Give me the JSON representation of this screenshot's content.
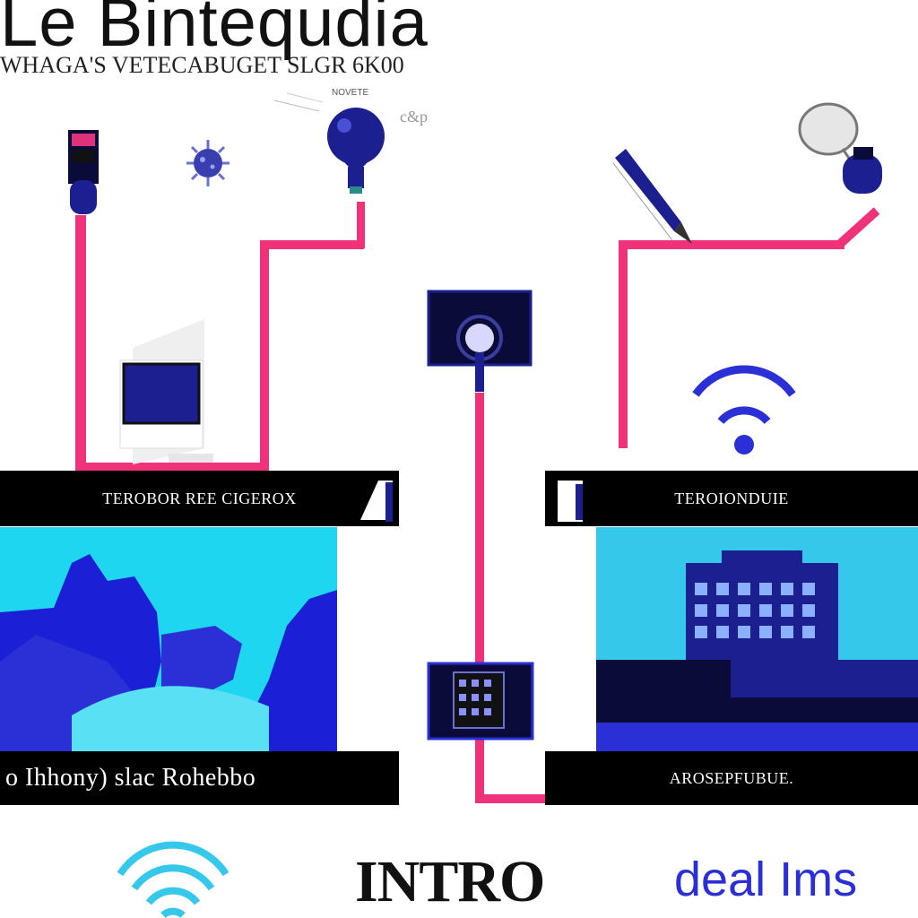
{
  "header": {
    "title": "Le Bintequdia",
    "subtitle": "WHAGA'S VETECABUGET SLGR 6K00",
    "small_caption": "NOVETE",
    "tag": "c&p"
  },
  "panels": {
    "left_top_bar": "TEROBOR REE CIGEROX",
    "right_top_bar": "TEROIONDUIE",
    "left_bottom_bar": "o Ihhony) slac Rohebbo",
    "right_bottom_bar": "AROSEPFUBUE."
  },
  "footer": {
    "center_text": "INTRO",
    "right_text": "deal Ims"
  },
  "colors": {
    "wire": "#f0327a",
    "navy": "#1b1f8f",
    "blue": "#2a2fd6",
    "cyan": "#1fd6f0",
    "sky": "#36c8ea",
    "bar": "#000000"
  },
  "icons": [
    "usb-plug-icon",
    "virus-icon",
    "light-bulb-icon",
    "pen-icon",
    "bulb-outline-icon",
    "monitor-icon",
    "spotlight-bulb-icon",
    "wifi-icon",
    "landscape-image",
    "building-image",
    "tablet-device-icon",
    "phone-icon",
    "fire-extinguisher-icon",
    "wifi-footer-icon"
  ]
}
